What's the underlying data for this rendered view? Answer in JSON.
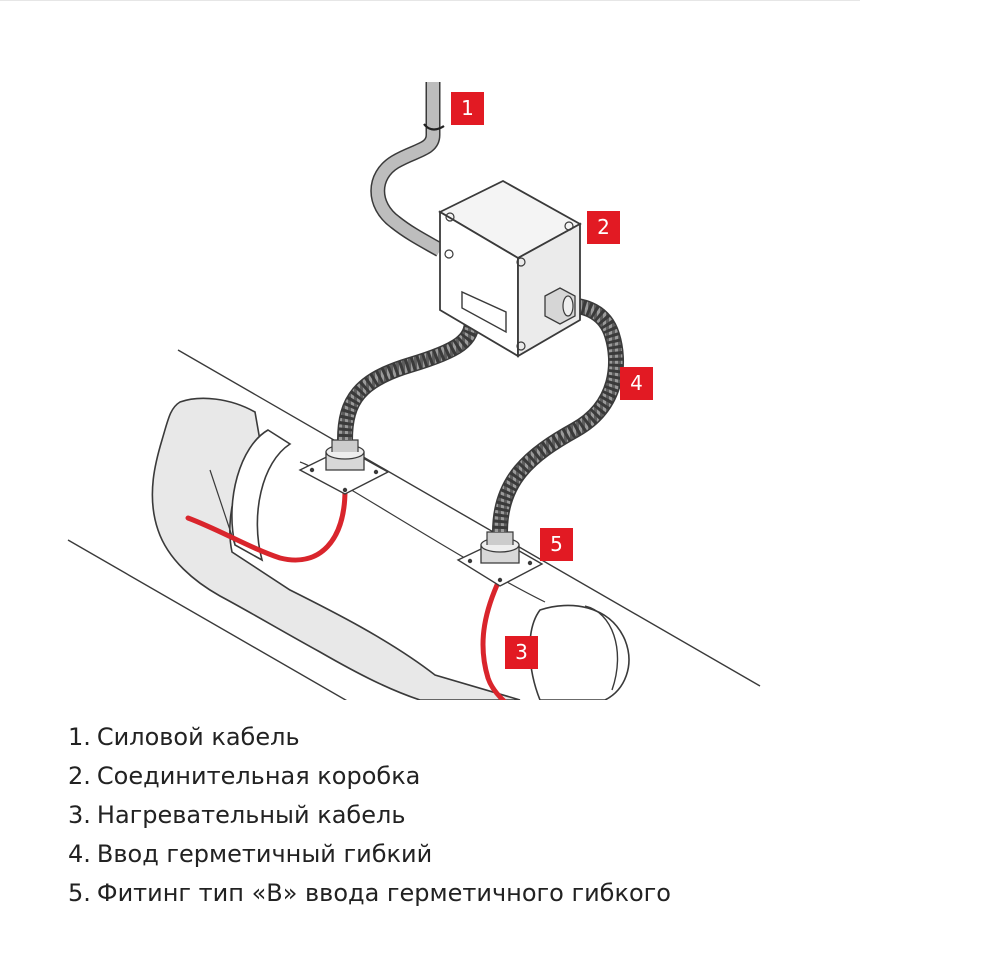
{
  "labels": [
    {
      "num": "1"
    },
    {
      "num": "2"
    },
    {
      "num": "3"
    },
    {
      "num": "4"
    },
    {
      "num": "5"
    }
  ],
  "legend": [
    {
      "num": "1.",
      "text": "Силовой кабель"
    },
    {
      "num": "2.",
      "text": "Соединительная коробка"
    },
    {
      "num": "3.",
      "text": "Нагревательный кабель"
    },
    {
      "num": "4.",
      "text": "Ввод герметичный гибкий"
    },
    {
      "num": "5.",
      "text": "Фитинг тип «В» ввода герметичного гибкого"
    }
  ],
  "colors": {
    "accent": "#e21a23",
    "heating_cable": "#d9252c",
    "outline": "#3a3a3a",
    "insulation": "#e8e8e8",
    "conduit": "#8c8c8c",
    "power_cable": "#b8b8b8"
  }
}
